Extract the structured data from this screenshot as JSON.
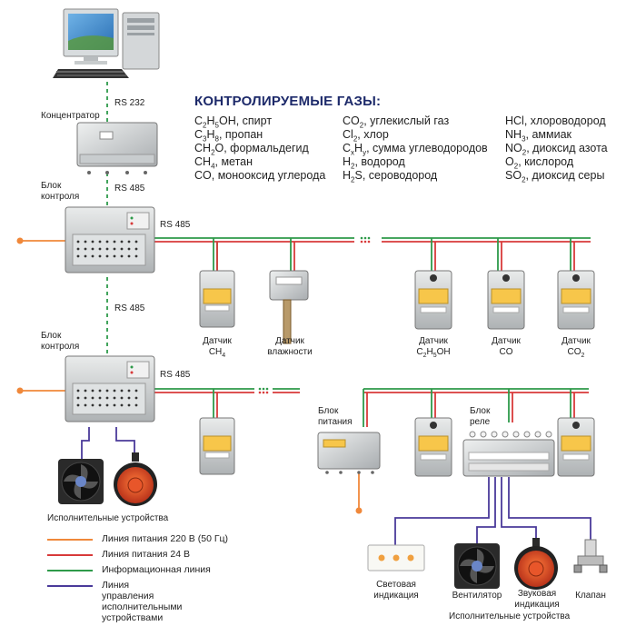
{
  "gases": {
    "title": "КОНТРОЛИРУЕМЫЕ ГАЗЫ:",
    "columns": [
      [
        {
          "parts": [
            "C",
            "2",
            "H",
            "5",
            "OH, спирт"
          ]
        },
        {
          "parts": [
            "C",
            "3",
            "H",
            "8",
            ", пропан"
          ]
        },
        {
          "parts": [
            "CH",
            "2",
            "O, формальдегид"
          ]
        },
        {
          "parts": [
            "CH",
            "4",
            ", метан"
          ]
        },
        {
          "parts": [
            "CO, монооксид углерода"
          ]
        }
      ],
      [
        {
          "parts": [
            "CO",
            "2",
            ", углекислый газ"
          ]
        },
        {
          "parts": [
            "Cl",
            "2",
            ", хлор"
          ]
        },
        {
          "parts": [
            "C",
            "x",
            "H",
            "y",
            ", сумма углеводородов"
          ]
        },
        {
          "parts": [
            "H",
            "2",
            ", водород"
          ]
        },
        {
          "parts": [
            "H",
            "2",
            "S, сероводород"
          ]
        }
      ],
      [
        {
          "parts": [
            "HCl, хлороводород"
          ]
        },
        {
          "parts": [
            "NH",
            "3",
            ", аммиак"
          ]
        },
        {
          "parts": [
            "NO",
            "2",
            ", диоксид азота"
          ]
        },
        {
          "parts": [
            "O",
            "2",
            ", кислород"
          ]
        },
        {
          "parts": [
            "SO",
            "2",
            ", диоксид серы"
          ]
        }
      ]
    ]
  },
  "labels": {
    "rs232": "RS 232",
    "rs485_a": "RS 485",
    "rs485_b": "RS 485",
    "rs485_c": "RS 485",
    "rs485_d": "RS 485",
    "concentrator": "Концентратор",
    "block_control_1": "Блок\nконтроля",
    "block_control_2": "Блок\nконтроля",
    "ellipsis": "...",
    "power_block": "Блок\nпитания",
    "relay_block": "Блок\nреле",
    "executive_left": "Исполнительные устройства",
    "executive_right": "Исполнительные устройства"
  },
  "sensors": {
    "ch4": [
      "Датчик",
      "CH",
      "4"
    ],
    "humidity": "Датчик\nвлажности",
    "c2h5oh": [
      "Датчик",
      "C",
      "2",
      "H",
      "5",
      "OH"
    ],
    "co": "Датчик\nCO",
    "co2": [
      "Датчик",
      "CO",
      "2"
    ]
  },
  "devices": {
    "light": "Световая\nиндикация",
    "fan": "Вентилятор",
    "sound": "Звуковая\nиндикация",
    "valve": "Клапан"
  },
  "legend": [
    {
      "color": "#f0883a",
      "label": "Линия питания 220 В (50 Гц)"
    },
    {
      "color": "#d83a3a",
      "label": "Линия питания 24 В"
    },
    {
      "color": "#2e9a4a",
      "label": "Информационная линия"
    },
    {
      "color": "#4a3a9a",
      "label": "Линия управления исполнительными\nустройствами"
    }
  ],
  "colors": {
    "power220": "#f0883a",
    "power24": "#d83a3a",
    "info": "#2e9a4a",
    "control": "#4a3a9a",
    "title": "#1d2a6a"
  },
  "icons": [
    "computer-icon",
    "fan-icon",
    "siren-icon",
    "valve-icon",
    "light-panel-icon"
  ]
}
